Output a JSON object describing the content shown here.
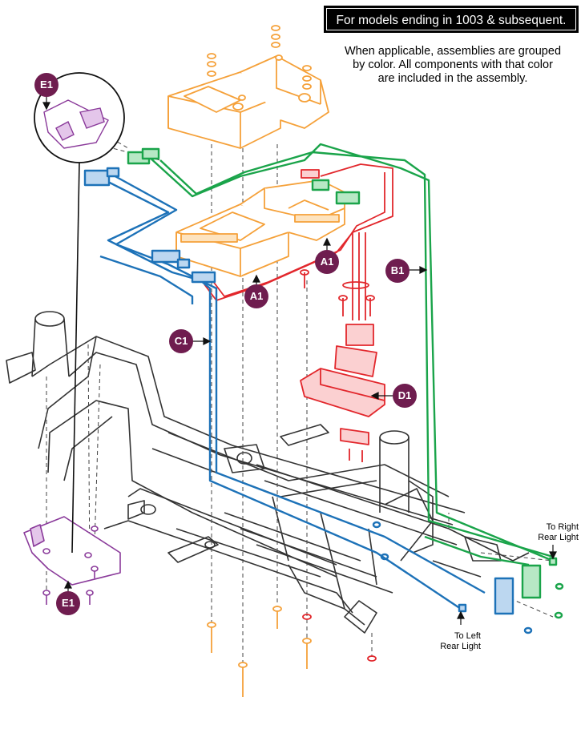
{
  "header": {
    "note_box": "For models ending in 1003 & subsequent.",
    "note_lines": [
      "When applicable, assemblies are grouped",
      "by color. All components with that color",
      "are included in the assembly."
    ]
  },
  "callouts": [
    {
      "id": "e1-top",
      "label": "E1"
    },
    {
      "id": "a1-right",
      "label": "A1"
    },
    {
      "id": "b1",
      "label": "B1"
    },
    {
      "id": "a1-left",
      "label": "A1"
    },
    {
      "id": "c1",
      "label": "C1"
    },
    {
      "id": "d1",
      "label": "D1"
    },
    {
      "id": "e1-bottom",
      "label": "E1"
    }
  ],
  "destinations": {
    "right": [
      "To Right",
      "Rear Light"
    ],
    "left": [
      "To Left",
      "Rear Light"
    ]
  },
  "colors": {
    "controller_orange": "#f5a13a",
    "harness_blue": "#1d72b8",
    "harness_green": "#1aa44a",
    "harness_red": "#e2272c",
    "bracket_purple": "#8a3a9a",
    "callout": "#6f1d4f",
    "frame_line": "#333333"
  }
}
